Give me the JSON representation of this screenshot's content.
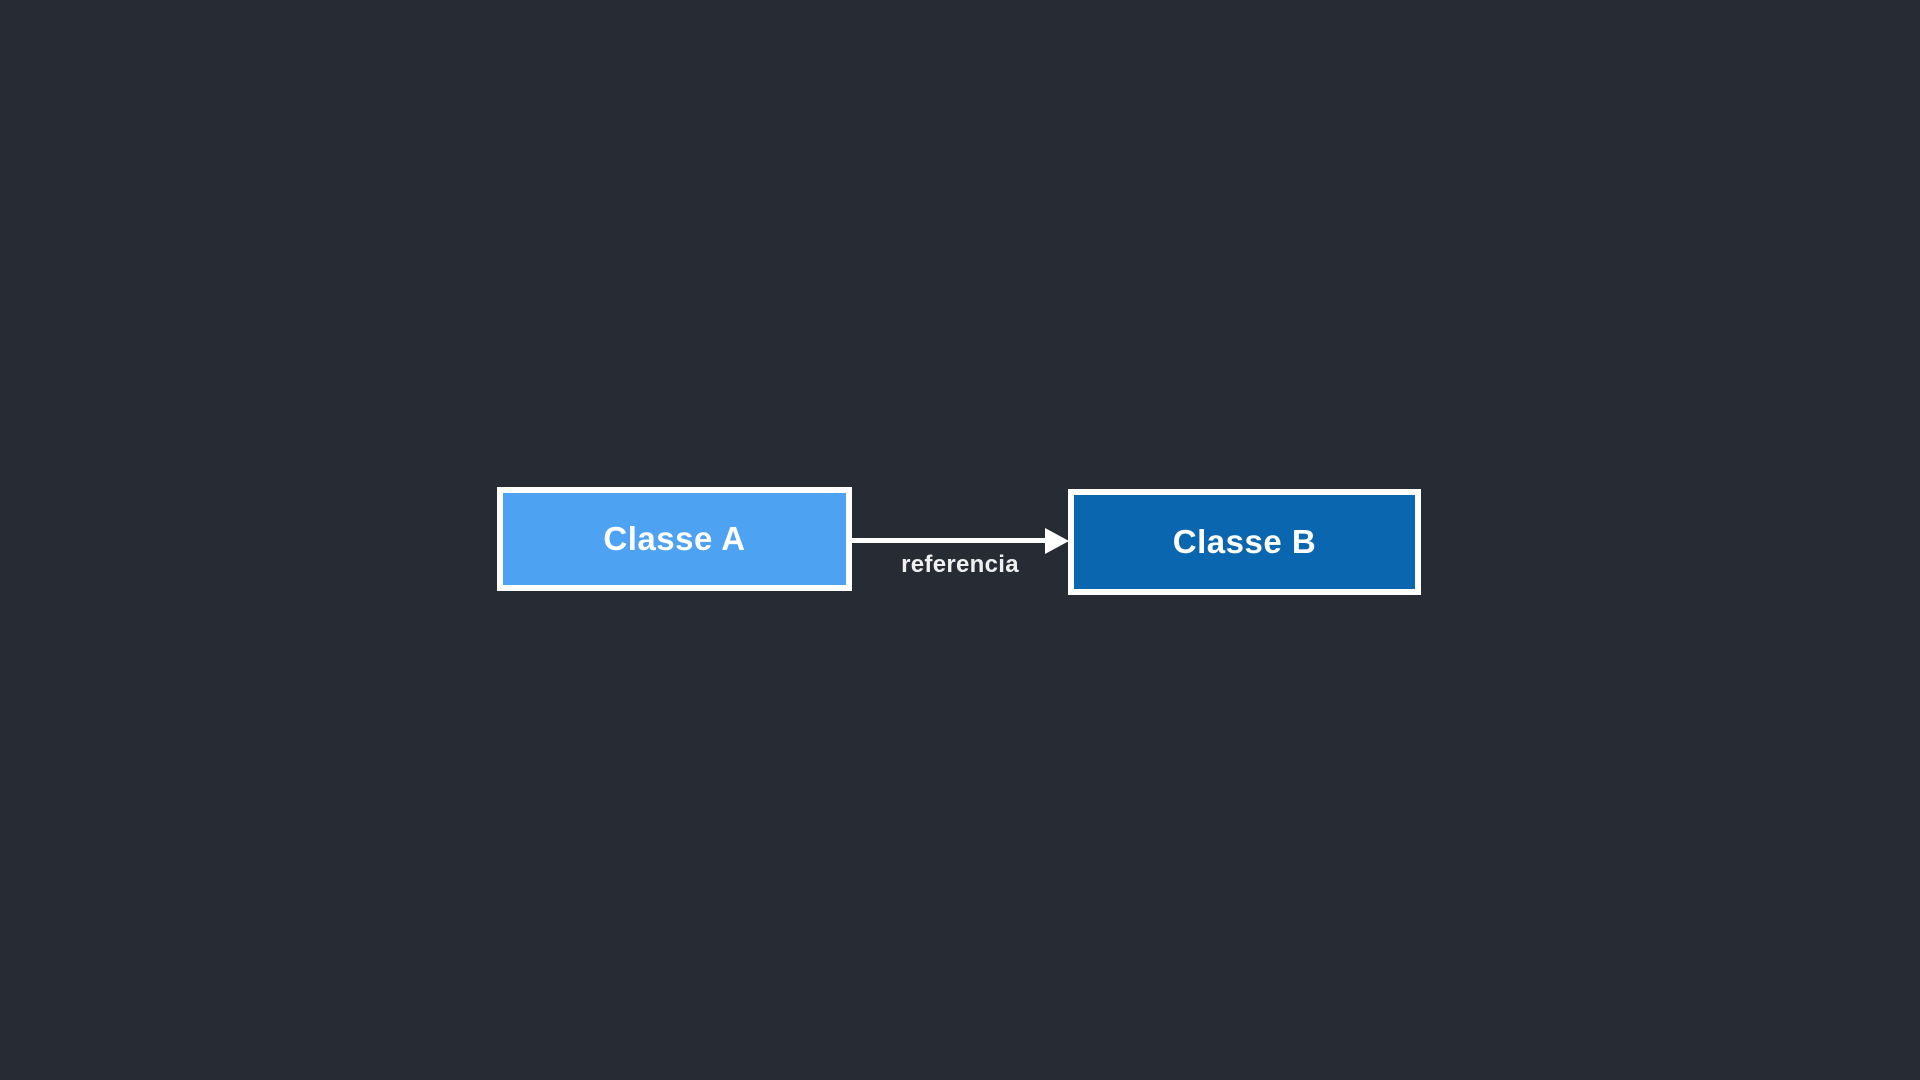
{
  "canvas": {
    "background": "#272b33"
  },
  "diagram": {
    "type": "flowchart-left-right",
    "nodes": [
      {
        "id": "A",
        "label": "Classe A",
        "fill": "#4da2f2",
        "border_color": "#ffffff",
        "text_color": "#ffffff"
      },
      {
        "id": "B",
        "label": "Classe B",
        "fill": "#0a67af",
        "border_color": "#ffffff",
        "text_color": "#ffffff"
      }
    ],
    "edge": {
      "from": "Classe A",
      "to": "Classe B",
      "label": "referencia",
      "line_color": "#ffffff",
      "label_color": "#f0f0f0",
      "arrowhead": "triangle-right"
    }
  }
}
